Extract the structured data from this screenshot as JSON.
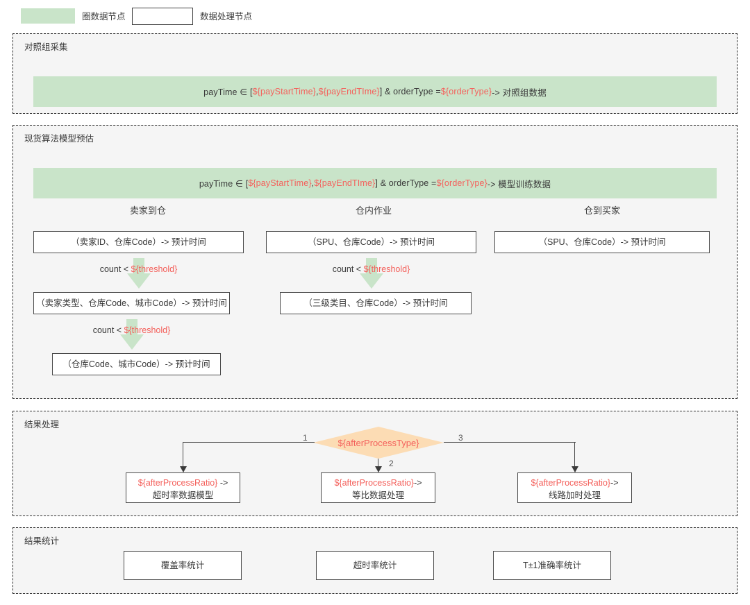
{
  "legend": {
    "swatch_color": "#c9e4c9",
    "items": [
      {
        "label": "圈数据节点",
        "type": "green-swatch"
      },
      {
        "label": "数据处理节点",
        "type": "white-box"
      }
    ]
  },
  "colors": {
    "green_node": "#c9e4c9",
    "diamond": "#fcdcb4",
    "variable_red": "#f4615c",
    "section_bg": "#f5f5f5",
    "border": "#2b2b2b"
  },
  "sections": {
    "collect": {
      "title": "对照组采集",
      "band": {
        "prefix": "payTime ∈ [",
        "var1": "${payStartTime}",
        "mid1": " , ",
        "var2": "${payEndTIme}",
        "mid2": "] & orderType = ",
        "var3": "${orderType}",
        "suffix": " -> 对照组数据"
      }
    },
    "model": {
      "title": "现货算法模型预估",
      "band": {
        "prefix": "payTime ∈ [",
        "var1": "${payStartTime}",
        "mid1": " , ",
        "var2": "${payEndTIme}",
        "mid2": "] & orderType = ",
        "var3": "${orderType}",
        "suffix": " -> 模型训练数据"
      },
      "columns": [
        {
          "header": "卖家到仓",
          "levels": [
            "（卖家ID、仓库Code）-> 预计时间",
            "（卖家类型、仓库Code、城市Code）-> 预计时间",
            "（仓库Code、城市Code）-> 预计时间"
          ]
        },
        {
          "header": "仓内作业",
          "levels": [
            "（SPU、仓库Code）-> 预计时间",
            "（三级类目、仓库Code）-> 预计时间"
          ]
        },
        {
          "header": "仓到买家",
          "levels": [
            "（SPU、仓库Code）-> 预计时间"
          ]
        }
      ],
      "threshold_condition": {
        "prefix": "count < ",
        "var": "${threshold}"
      }
    },
    "result": {
      "title": "结果处理",
      "decision": "${afterProcessType}",
      "branches": [
        {
          "number": "1",
          "var": "${afterProcessRatio}",
          "arrow": " ->",
          "line2": "超时率数据模型"
        },
        {
          "number": "2",
          "var": "${afterProcessRatio}",
          "arrow": "->",
          "line2": "等比数据处理"
        },
        {
          "number": "3",
          "var": "${afterProcessRatio}",
          "arrow": "->",
          "line2": "线路加时处理"
        }
      ]
    },
    "stats": {
      "title": "结果统计",
      "boxes": [
        "覆盖率统计",
        "超时率统计",
        "T±1准确率统计"
      ]
    }
  }
}
